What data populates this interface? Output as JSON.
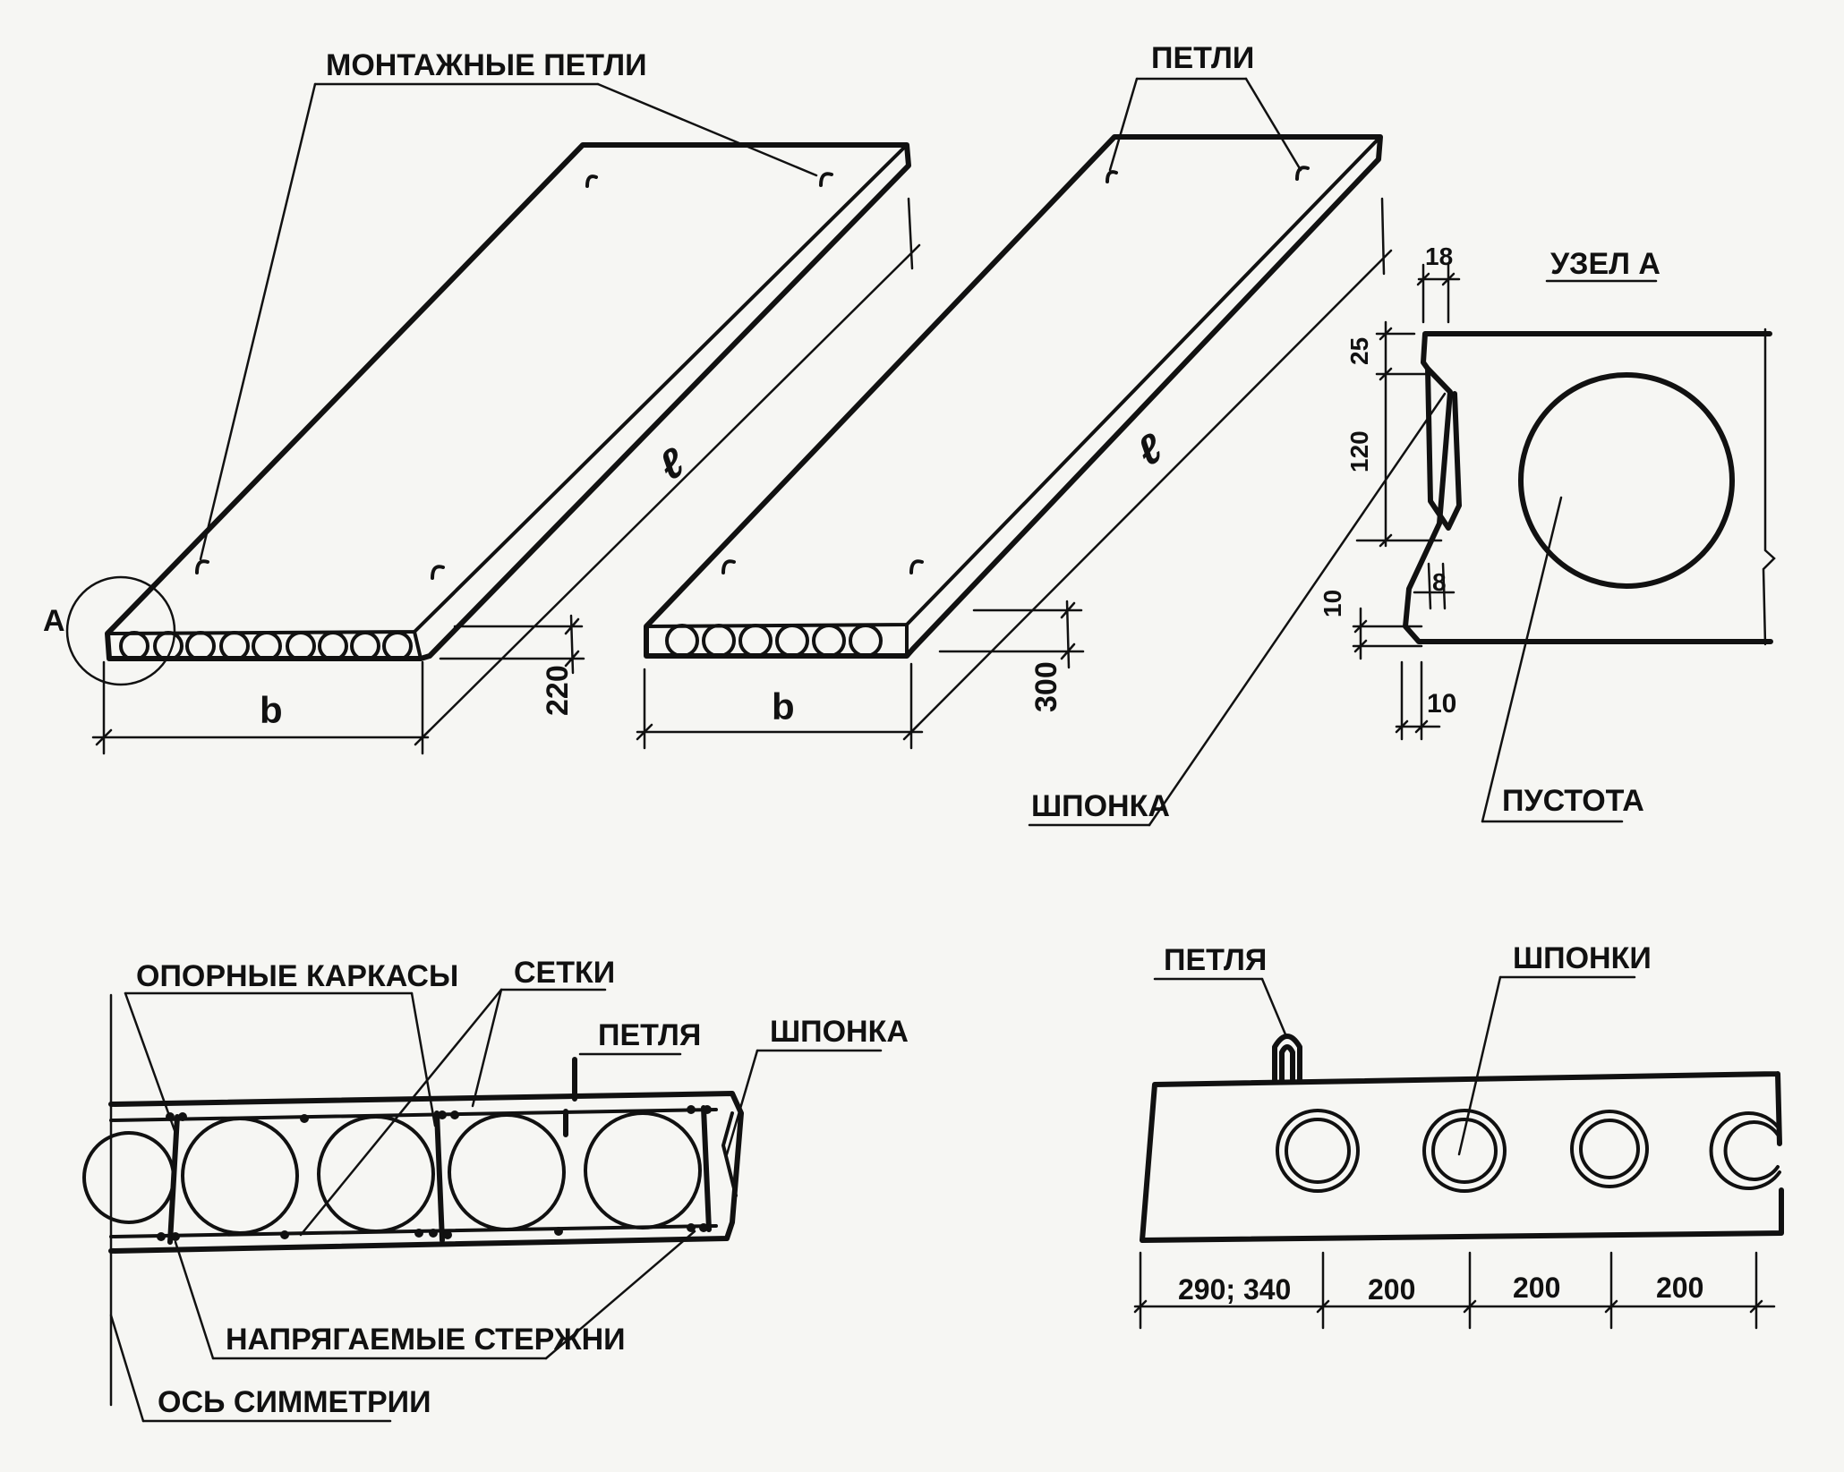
{
  "labels": {
    "mounting_loops": "МОНТАЖНЫЕ ПЕТЛИ",
    "loops": "ПЕТЛИ",
    "node_a_title": "УЗЕЛ А",
    "node_marker": "А",
    "width_symbol_1": "b",
    "width_symbol_2": "b",
    "length_symbol_1": "ℓ",
    "length_symbol_2": "ℓ",
    "key_top": "ШПОНКА",
    "void": "ПУСТОТА",
    "support_frames": "ОПОРНЫЕ КАРКАСЫ",
    "meshes": "СЕТКИ",
    "loop_section": "ПЕТЛЯ",
    "key_section": "ШПОНКА",
    "prestressed_bars": "НАПРЯГАЕМЫЕ СТЕРЖНИ",
    "axis_symmetry": "ОСЬ СИММЕТРИИ",
    "loop_elevation": "ПЕТЛЯ",
    "keys_elevation": "ШПОНКИ"
  },
  "dimensions": {
    "slab1_height": "220",
    "slab2_height": "300",
    "node_18": "18",
    "node_25": "25",
    "node_120": "120",
    "node_8": "8",
    "node_10_vertical": "10",
    "node_10_horizontal": "10",
    "elev_first": "290; 340",
    "elev_step_1": "200",
    "elev_step_2": "200",
    "elev_step_3": "200"
  }
}
